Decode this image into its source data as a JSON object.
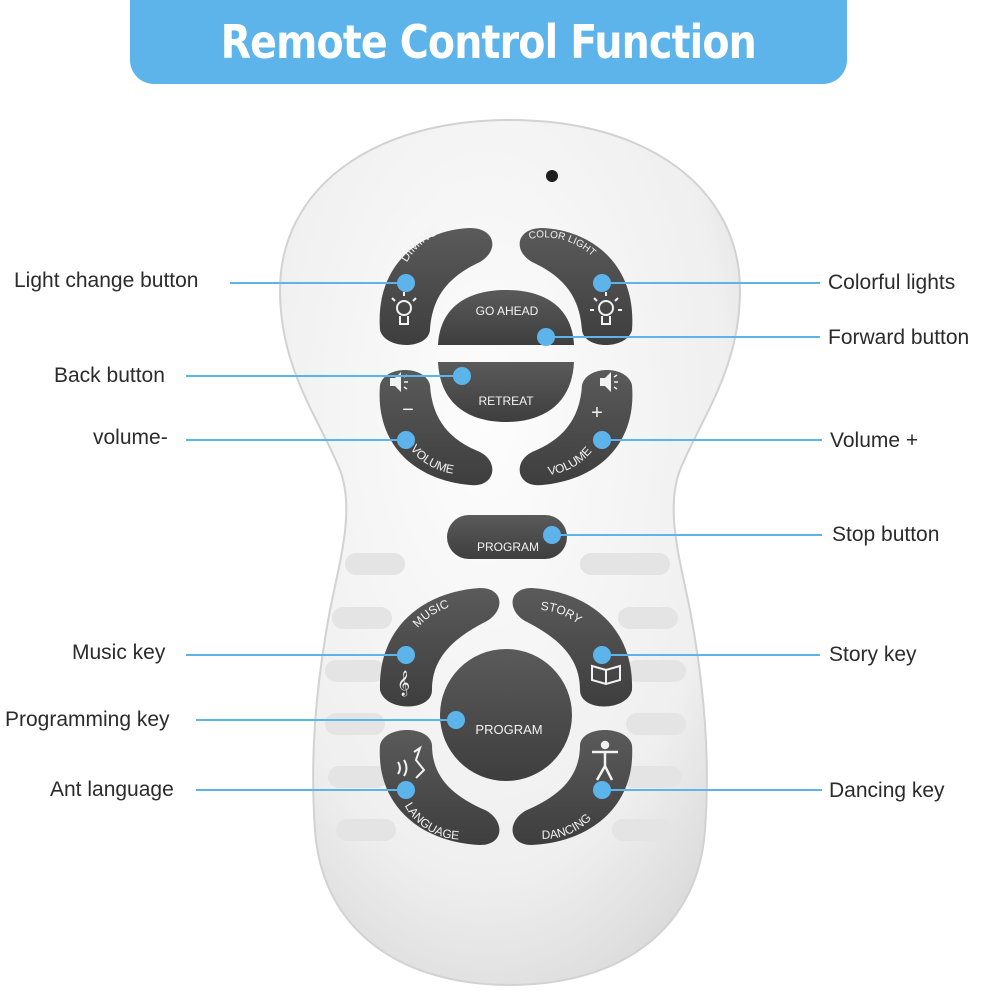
{
  "banner": {
    "title": "Remote Control Function"
  },
  "remote": {
    "keys": {
      "dimming": "DIMING",
      "color_light": "COLOR LIGHT",
      "go_ahead": "GO AHEAD",
      "retreat": "RETREAT",
      "volume_down": "VOLUME",
      "volume_up": "VOLUME",
      "minus_sign": "−",
      "plus_sign": "+",
      "program_small": "PROGRAM",
      "music": "MUSIC",
      "story": "STORY",
      "program_big": "PROGRAM",
      "language": "LANGUAGE",
      "dancing": "DANCING"
    }
  },
  "callouts": {
    "light_change": "Light change button",
    "colorful_lights": "Colorful lights",
    "forward": "Forward button",
    "back": "Back button",
    "volume_minus": "volume-",
    "volume_plus": "Volume +",
    "stop": "Stop button",
    "music": "Music key",
    "story": "Story key",
    "programming": "Programming key",
    "ant_language": "Ant language",
    "dancing": "Dancing key"
  },
  "colors": {
    "banner": "#5cb4ea",
    "callout_line": "#5cb4ea",
    "key": "#4a4a4a",
    "remote_body": "#f1f1f1"
  }
}
